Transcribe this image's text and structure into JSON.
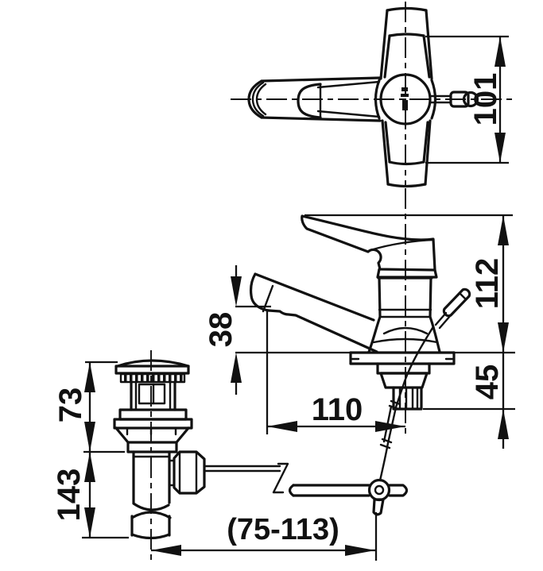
{
  "drawing": {
    "type": "technical-dimension-drawing",
    "subject": "single-lever basin faucet with pop-up drain",
    "views": {
      "top_view": "faucet plan view",
      "side_view": "faucet elevation on mounting deck",
      "drain_view": "pop-up waste assembly with linkage rod"
    },
    "labels": {
      "dim_101": "101",
      "dim_112": "112",
      "dim_38": "38",
      "dim_45": "45",
      "dim_110": "110",
      "dim_73": "73",
      "dim_143": "143",
      "dim_range": "(75-113)"
    },
    "colors": {
      "line": "#111111",
      "background": "#ffffff"
    }
  }
}
